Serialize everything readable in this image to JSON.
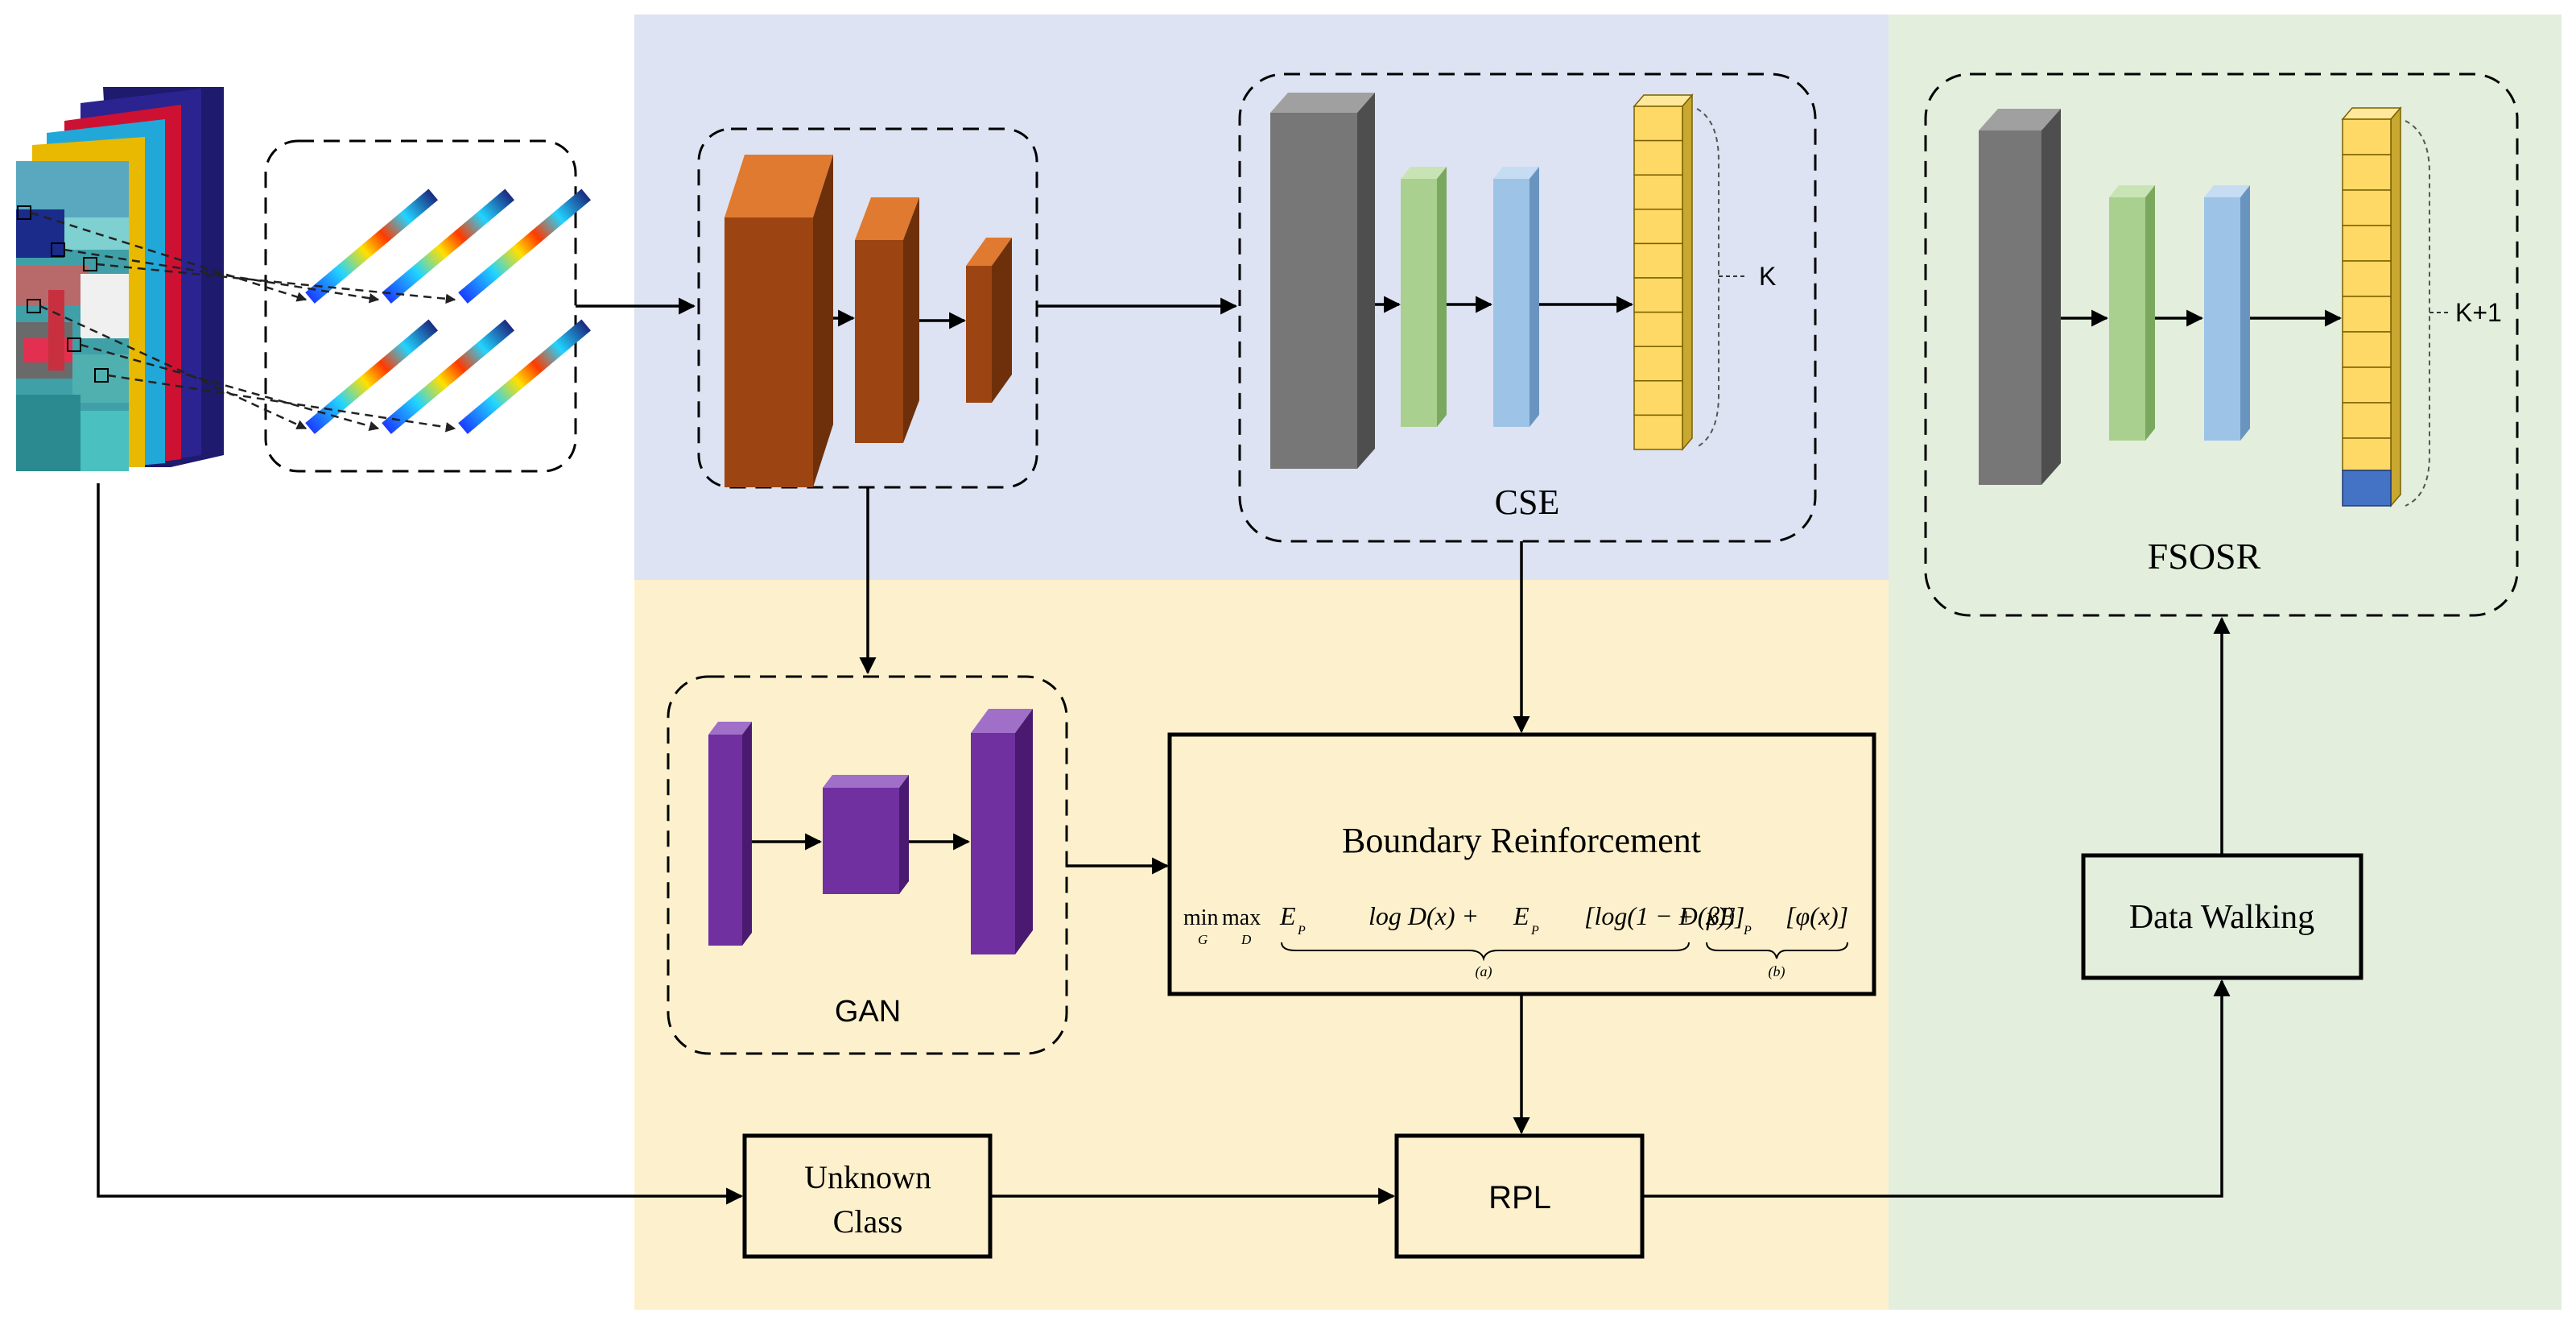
{
  "colors": {
    "blue_region": "#dde3f3",
    "yellow_region": "#fdf1cd",
    "green_region": "#e3eedd",
    "encoder_orange": "#9c4512",
    "gan_purple": "#7030a0",
    "dark_gray": "#777777",
    "light_green": "#a9d08e",
    "light_blue": "#9dc3e6",
    "gold": "#ffd966",
    "unknown_blue": "#4472c4"
  },
  "labels": {
    "cse": "CSE",
    "k": "K",
    "fsosr": "FSOSR",
    "k_plus_1": "K+1",
    "gan": "GAN",
    "boundary_title": "Boundary Reinforcement",
    "unknown_line1": "Unknown",
    "unknown_line2": "Class",
    "rpl": "RPL",
    "data_walking": "Data Walking"
  },
  "formula": {
    "min": "min",
    "max": "max",
    "sub_g": "G",
    "sub_d": "D",
    "term1": "E",
    "term1_sub": "P",
    "term1_body": "log D(x) +",
    "term2": "E",
    "term2_body": "[log(1 − D(x))]",
    "plus": "+",
    "term3": "βE",
    "term3_body": "[φ(x)]",
    "brace_a": "(a)",
    "brace_b": "(b)"
  }
}
